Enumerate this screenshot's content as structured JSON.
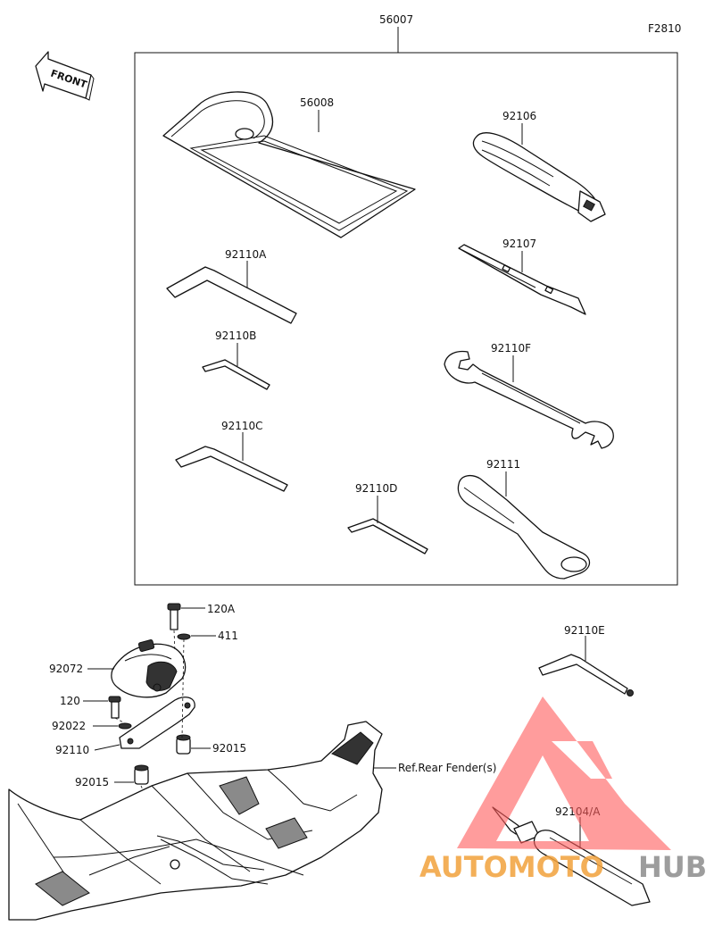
{
  "figure_code": "F2810",
  "front_label": "FRONT",
  "callouts": {
    "kit": "56007",
    "pouch": "56008",
    "driver_handle": "92106",
    "driver_bit": "92107",
    "hex_a": "92110A",
    "hex_b": "92110B",
    "hex_c": "92110C",
    "hex_d": "92110D",
    "hex_e": "92110E",
    "wrench_f": "92110F",
    "extension": "92111",
    "bolt_120a": "120A",
    "washer_411": "411",
    "cover": "92072",
    "bolt_120": "120",
    "washer": "92022",
    "bracket": "92110",
    "collar_right": "92015",
    "collar_left": "92015",
    "ref_fender": "Ref.Rear Fender(s)",
    "grease": "92104/A"
  },
  "watermark": {
    "text_left": "AUTOMOTO",
    "text_right": "HUB",
    "color_left": "#f2a23c",
    "color_right": "#8c8c8c",
    "logo_color": "#ff5a5a"
  }
}
